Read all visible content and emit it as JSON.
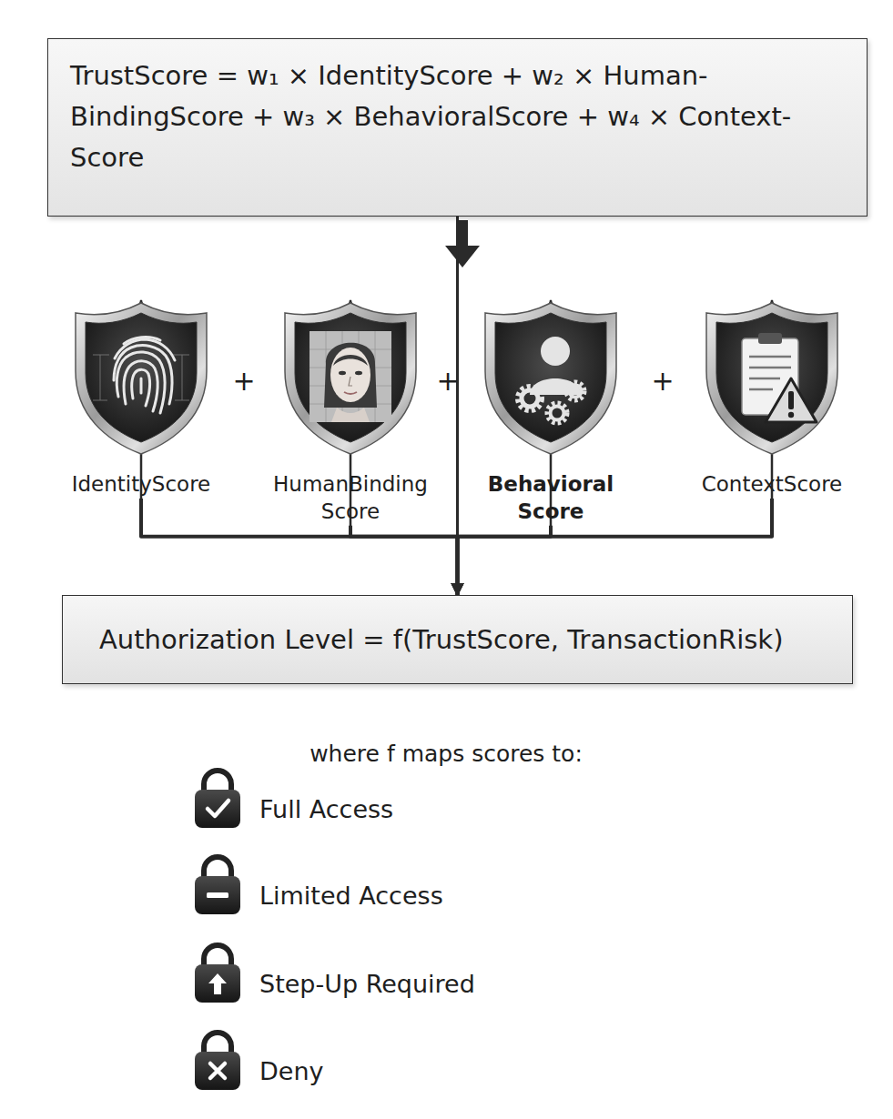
{
  "diagram": {
    "nodes": [
      {
        "text": [
          "TrustScore = w₁ × IdentityScore + w₂ × Human-BindingScore + w₃ × BehavioralScore + w₄ × Context-Score"
        ]
      },
      {
        "text": [
          "IdentityScore"
        ]
      },
      {
        "text": [
          "HumanBinding Score"
        ]
      },
      {
        "text": [
          "Behavioral Score"
        ]
      },
      {
        "text": [
          "ContextScore"
        ]
      },
      {
        "text": [
          "Authorization Level = f(TrustScore, TransactionRisk)"
        ]
      }
    ],
    "edges": [
      {
        "from": 0,
        "to": 1,
        "arrow": "to"
      },
      {
        "from": 0,
        "to": 2,
        "arrow": "to"
      },
      {
        "from": 0,
        "to": 3,
        "arrow": "to"
      },
      {
        "from": 0,
        "to": 4,
        "arrow": "to"
      },
      {
        "from": 1,
        "to": 5,
        "arrow": "to"
      },
      {
        "from": 2,
        "to": 5,
        "arrow": "to"
      },
      {
        "from": 3,
        "to": 5,
        "arrow": "to"
      },
      {
        "from": 4,
        "to": 5,
        "arrow": "to"
      }
    ],
    "labels": [
      "+",
      "+",
      "+",
      "where f maps scores to:",
      "Full Access",
      "Limited Access",
      "Step-Up Required",
      "Deny"
    ]
  }
}
